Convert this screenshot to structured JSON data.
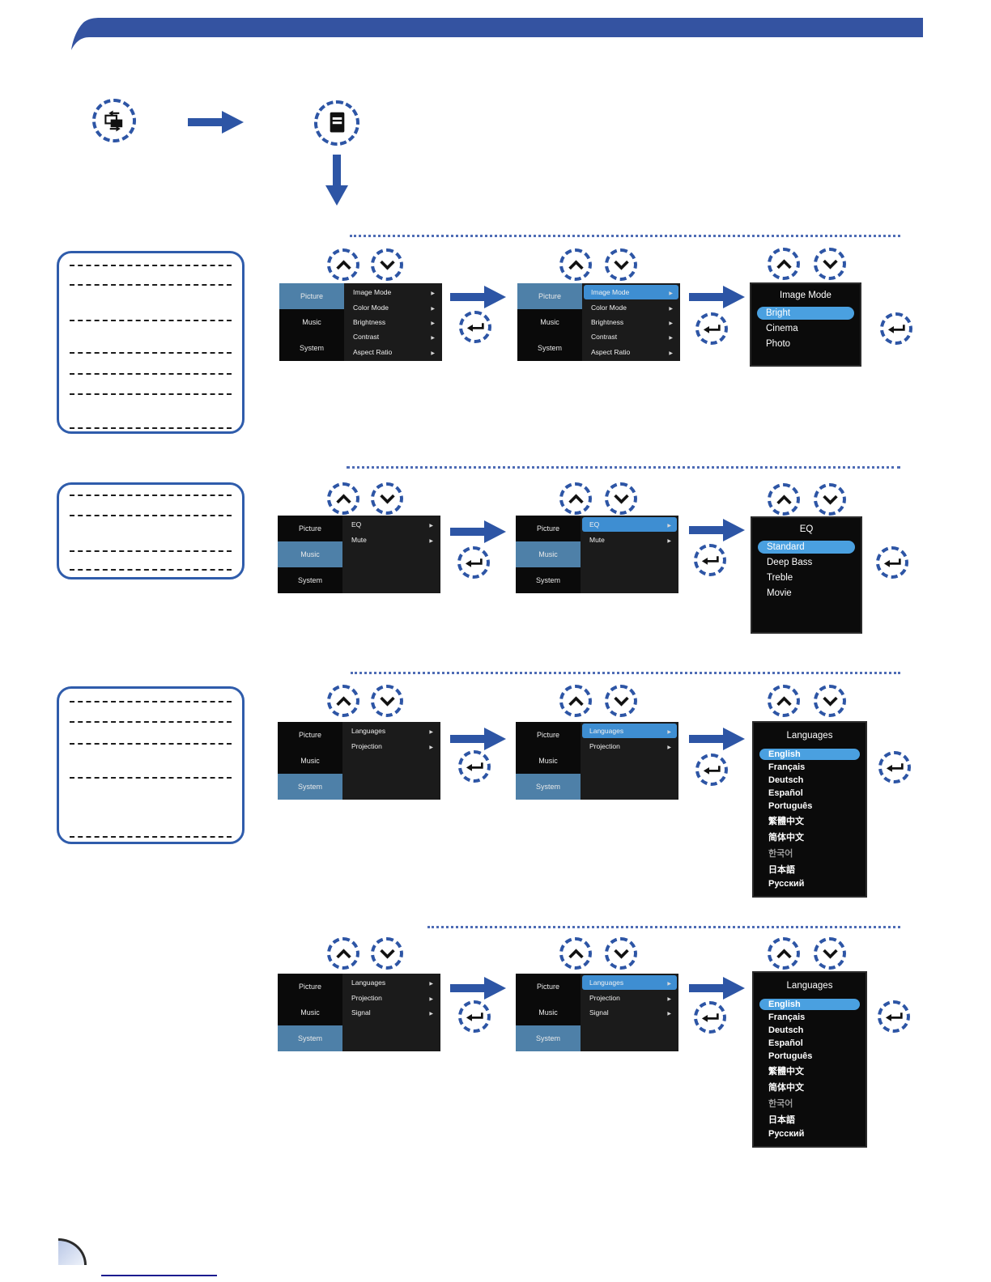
{
  "icons": {
    "source_icon": "input-source-switch",
    "menu_icon": "menu-document-lines",
    "chevron_up_icon": "chevron-up",
    "chevron_down_icon": "chevron-down",
    "enter_icon": "enter-return",
    "flow_arrow_right_icon": "arrow-right",
    "flow_arrow_down_icon": "arrow-down",
    "submenu_arrow_icon": "▶"
  },
  "colors": {
    "header_bar": "#3453a1",
    "accent_blue": "#2d55a5",
    "tab_active": "#4e80a8",
    "item_highlight": "#3e8ed2",
    "option_highlight": "#4aa0e0",
    "note_border": "#2f5cab"
  },
  "rows": [
    {
      "menu_initial": {
        "tabs": [
          {
            "label": "Picture",
            "active": true
          },
          {
            "label": "Music"
          },
          {
            "label": "System"
          }
        ],
        "items": [
          {
            "label": "Image Mode"
          },
          {
            "label": "Color Mode"
          },
          {
            "label": "Brightness"
          },
          {
            "label": "Contrast"
          },
          {
            "label": "Aspect Ratio"
          }
        ]
      },
      "menu_selected": {
        "tabs": [
          {
            "label": "Picture",
            "active": true
          },
          {
            "label": "Music"
          },
          {
            "label": "System"
          }
        ],
        "items": [
          {
            "label": "Image Mode",
            "highlight": true
          },
          {
            "label": "Color Mode"
          },
          {
            "label": "Brightness"
          },
          {
            "label": "Contrast"
          },
          {
            "label": "Aspect Ratio"
          }
        ]
      },
      "popup": {
        "title": "Image Mode",
        "options": [
          {
            "label": "Bright",
            "highlight": true
          },
          {
            "label": "Cinema"
          },
          {
            "label": "Photo"
          }
        ]
      }
    },
    {
      "menu_initial": {
        "tabs": [
          {
            "label": "Picture"
          },
          {
            "label": "Music",
            "active": true
          },
          {
            "label": "System"
          }
        ],
        "items": [
          {
            "label": "EQ"
          },
          {
            "label": "Mute"
          }
        ]
      },
      "menu_selected": {
        "tabs": [
          {
            "label": "Picture"
          },
          {
            "label": "Music",
            "active": true
          },
          {
            "label": "System"
          }
        ],
        "items": [
          {
            "label": "EQ",
            "highlight": true
          },
          {
            "label": "Mute"
          }
        ]
      },
      "popup": {
        "title": "EQ",
        "options": [
          {
            "label": "Standard",
            "highlight": true
          },
          {
            "label": "Deep Bass"
          },
          {
            "label": "Treble"
          },
          {
            "label": "Movie"
          }
        ]
      }
    },
    {
      "menu_initial": {
        "tabs": [
          {
            "label": "Picture"
          },
          {
            "label": "Music"
          },
          {
            "label": "System",
            "active": true
          }
        ],
        "items": [
          {
            "label": "Languages"
          },
          {
            "label": "Projection"
          }
        ]
      },
      "menu_selected": {
        "tabs": [
          {
            "label": "Picture"
          },
          {
            "label": "Music"
          },
          {
            "label": "System",
            "active": true
          }
        ],
        "items": [
          {
            "label": "Languages",
            "highlight": true
          },
          {
            "label": "Projection"
          }
        ]
      },
      "popup": {
        "title": "Languages",
        "options": [
          {
            "label": "English",
            "highlight": true
          },
          {
            "label": "Français"
          },
          {
            "label": "Deutsch"
          },
          {
            "label": "Español"
          },
          {
            "label": "Português"
          },
          {
            "label": "繁體中文"
          },
          {
            "label": "简体中文"
          },
          {
            "label": "한국어",
            "dim": true
          },
          {
            "label": "日本語"
          },
          {
            "label": "Русский"
          }
        ]
      }
    },
    {
      "menu_initial": {
        "tabs": [
          {
            "label": "Picture"
          },
          {
            "label": "Music"
          },
          {
            "label": "System",
            "active": true
          }
        ],
        "items": [
          {
            "label": "Languages"
          },
          {
            "label": "Projection"
          },
          {
            "label": "Signal"
          }
        ]
      },
      "menu_selected": {
        "tabs": [
          {
            "label": "Picture"
          },
          {
            "label": "Music"
          },
          {
            "label": "System",
            "active": true
          }
        ],
        "items": [
          {
            "label": "Languages",
            "highlight": true
          },
          {
            "label": "Projection"
          },
          {
            "label": "Signal"
          }
        ]
      },
      "popup": {
        "title": "Languages",
        "options": [
          {
            "label": "English",
            "highlight": true
          },
          {
            "label": "Français"
          },
          {
            "label": "Deutsch"
          },
          {
            "label": "Español"
          },
          {
            "label": "Português"
          },
          {
            "label": "繁體中文"
          },
          {
            "label": "简体中文"
          },
          {
            "label": "한국어",
            "dim": true
          },
          {
            "label": "日本語"
          },
          {
            "label": "Русский"
          }
        ]
      }
    }
  ]
}
